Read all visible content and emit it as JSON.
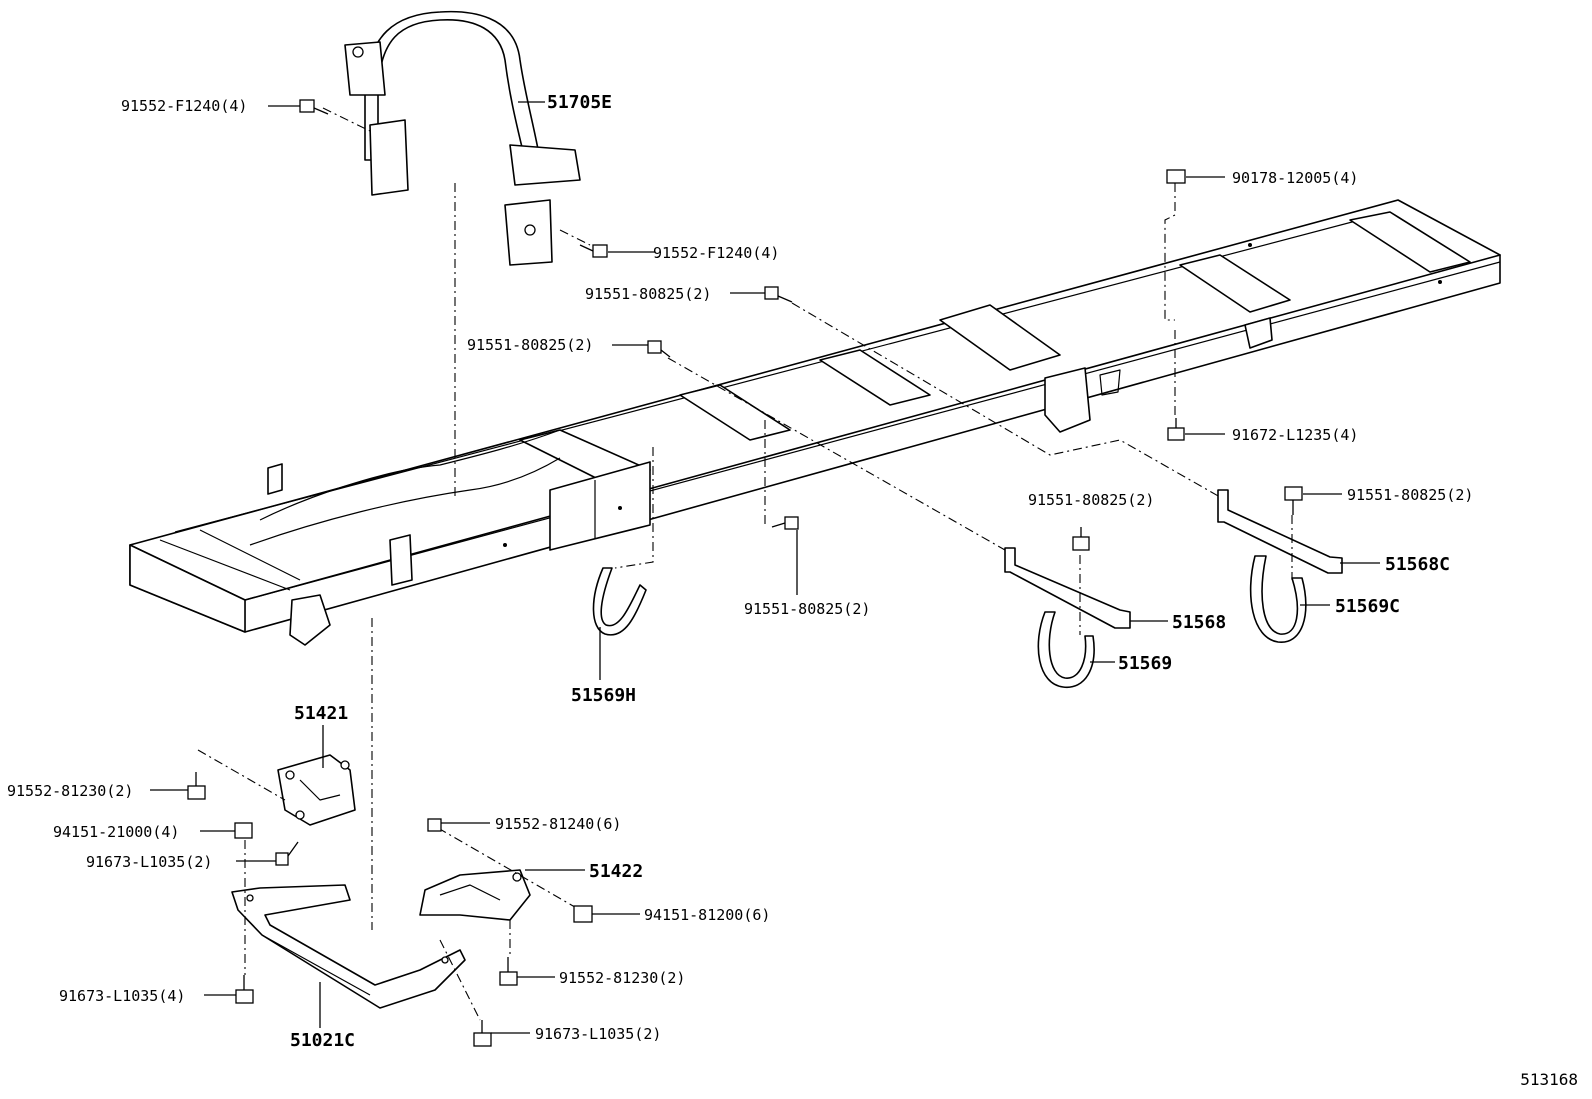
{
  "diagram_id": "513168",
  "callouts": {
    "bolt_91552_F1240_a": "91552-F1240(4)",
    "bracket_51705E": "51705E",
    "nut_90178_12005": "90178-12005(4)",
    "bolt_91552_F1240_b": "91552-F1240(4)",
    "bolt_91551_80825_a": "91551-80825(2)",
    "bolt_91551_80825_b": "91551-80825(2)",
    "bolt_91672_L1235": "91672-L1235(4)",
    "bolt_91551_80825_c": "91551-80825(2)",
    "bolt_91551_80825_d": "91551-80825(2)",
    "bracket_51568C": "51568C",
    "bracket_51568": "51568",
    "bolt_91551_80825_e": "91551-80825(2)",
    "hanger_51569C": "51569C",
    "hanger_51569": "51569",
    "hanger_51569H": "51569H",
    "support_51421": "51421",
    "bolt_91552_81230_a": "91552-81230(2)",
    "nut_94151_21000": "94151-21000(4)",
    "bolt_91673_L1035_a": "91673-L1035(2)",
    "bolt_91552_81240": "91552-81240(6)",
    "support_51422": "51422",
    "nut_94151_81200": "94151-81200(6)",
    "bolt_91552_81230_b": "91552-81230(2)",
    "bolt_91673_L1035_b": "91673-L1035(4)",
    "crossmember_51021C": "51021C",
    "bolt_91673_L1035_c": "91673-L1035(2)"
  }
}
